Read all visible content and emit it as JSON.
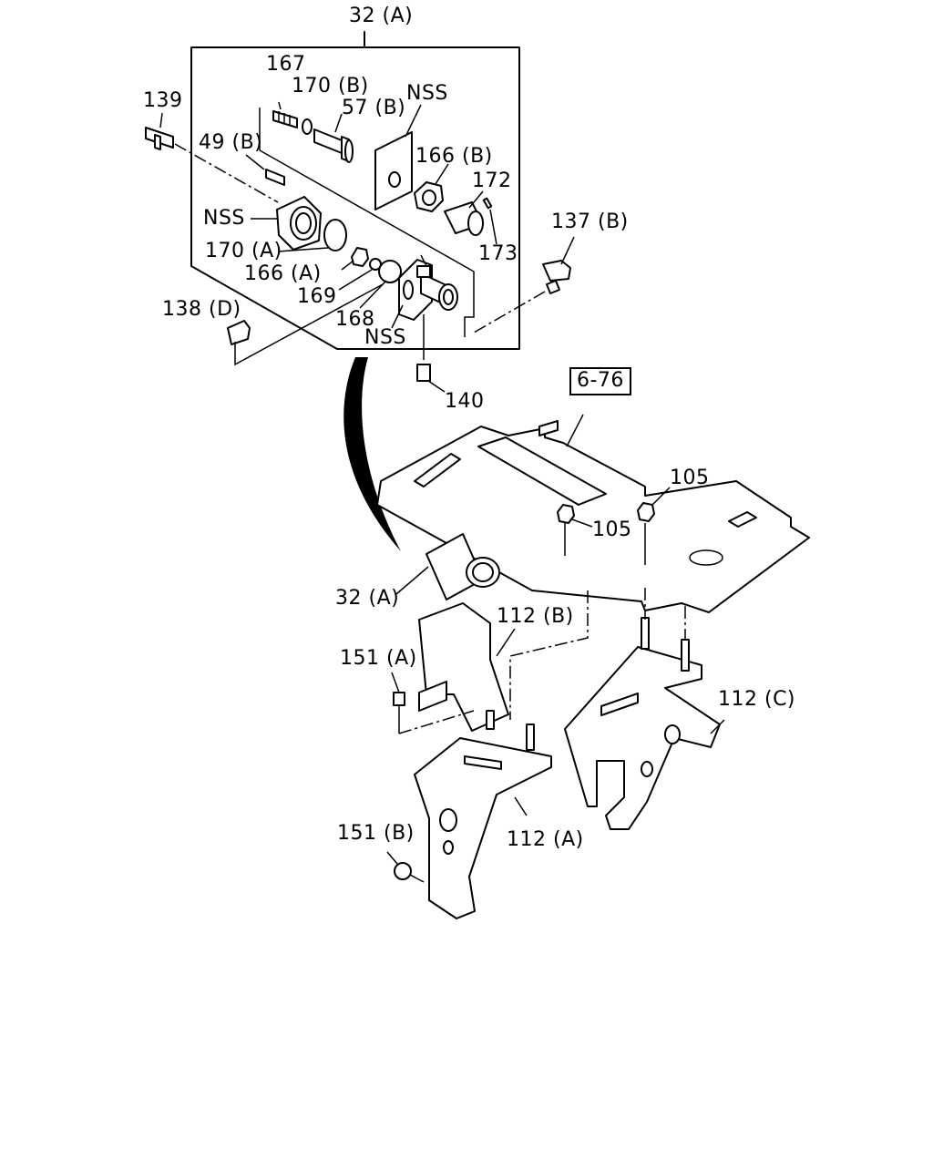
{
  "diagram": {
    "labels": {
      "assembly_main": "32 (A)",
      "p167": "167",
      "p170b": "170 (B)",
      "p57b": "57 (B)",
      "nss_top": "NSS",
      "p139": "139",
      "p49b": "49 (B)",
      "p166b": "166 (B)",
      "p172": "172",
      "nss_left": "NSS",
      "p137b": "137 (B)",
      "p173": "173",
      "p170a": "170 (A)",
      "p166a": "166 (A)",
      "p169": "169",
      "p138d": "138 (D)",
      "p168": "168",
      "nss_bottom": "NSS",
      "p140": "140",
      "ref_6_76": "6-76",
      "p105_a": "105",
      "p105_b": "105",
      "assembly_32a": "32 (A)",
      "p112b": "112 (B)",
      "p151a": "151 (A)",
      "p112c": "112 (C)",
      "p151b": "151 (B)",
      "p112a": "112 (A)"
    }
  }
}
